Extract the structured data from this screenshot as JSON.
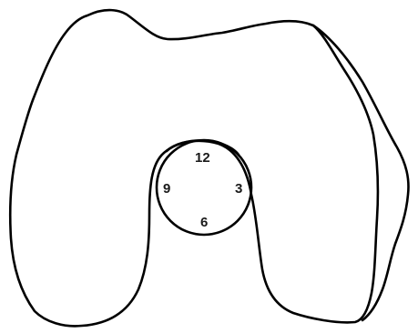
{
  "diagram": {
    "shapes": [
      "femoral-condyle-outline",
      "medial-condyle-outline",
      "intercondylar-notch",
      "clock-face-circle"
    ],
    "clock_labels": {
      "twelve": "12",
      "three": "3",
      "six": "6",
      "nine": "9"
    },
    "stroke_color": "#000000",
    "background_color": "#ffffff"
  }
}
